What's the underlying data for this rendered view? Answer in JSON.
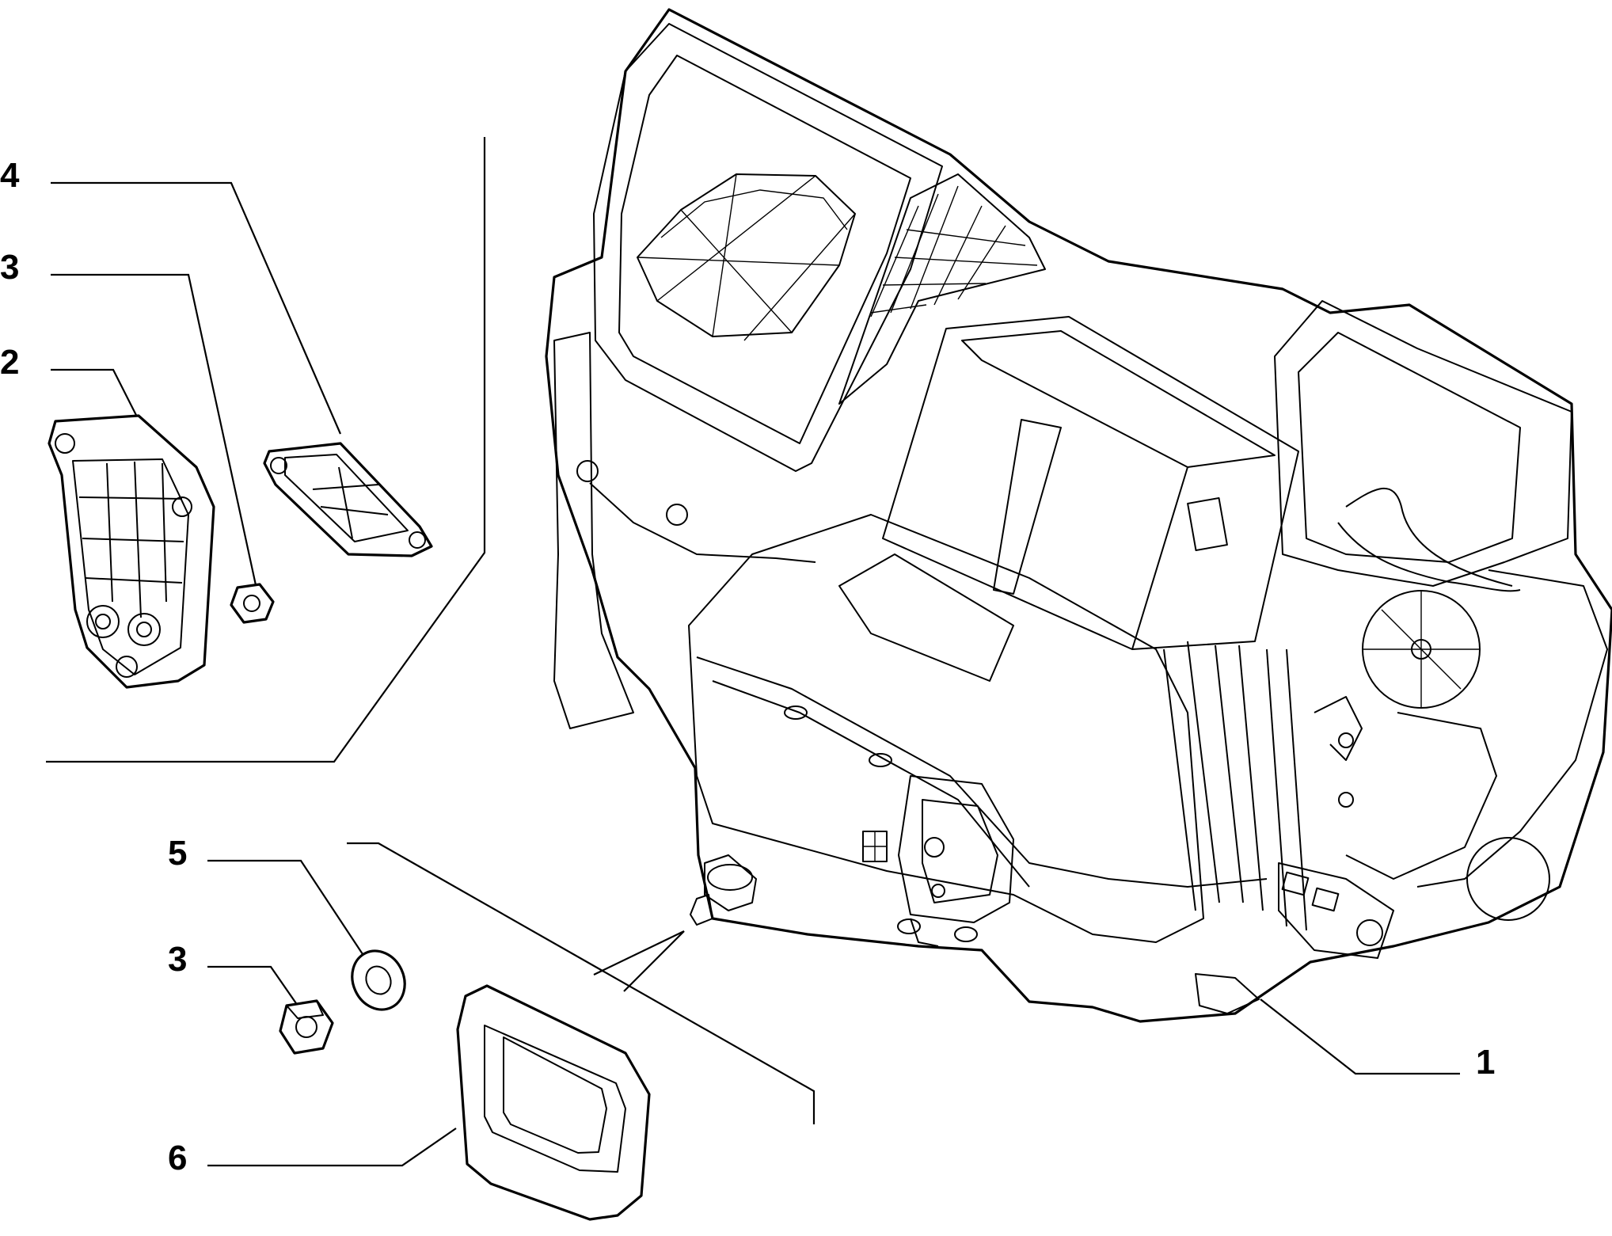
{
  "diagram": {
    "callouts": [
      {
        "id": "c4",
        "number": "4"
      },
      {
        "id": "c3a",
        "number": "3"
      },
      {
        "id": "c2",
        "number": "2"
      },
      {
        "id": "c5",
        "number": "5"
      },
      {
        "id": "c3b",
        "number": "3"
      },
      {
        "id": "c6",
        "number": "6"
      },
      {
        "id": "c1",
        "number": "1"
      }
    ]
  }
}
